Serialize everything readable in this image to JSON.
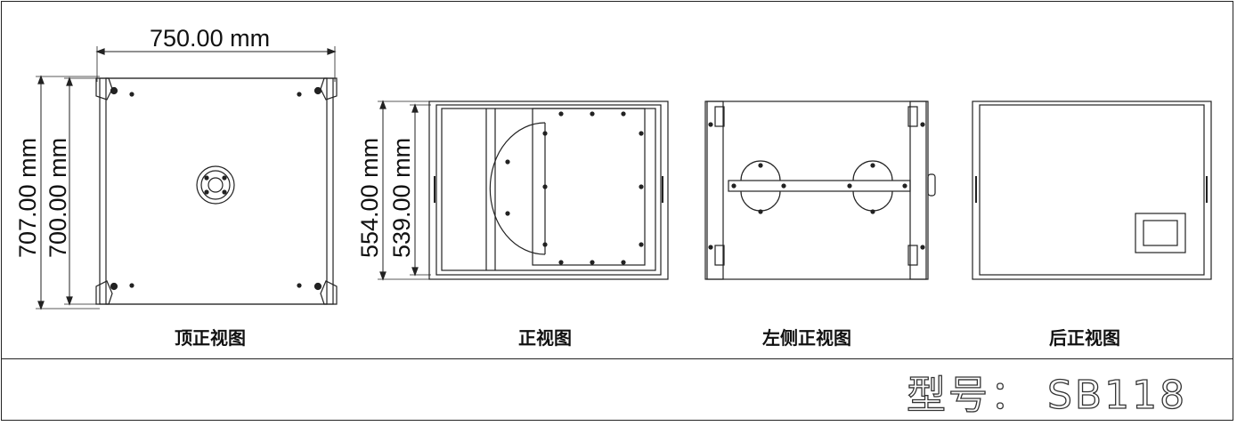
{
  "views": {
    "top": {
      "caption": "顶正视图",
      "width_dim": "750.00 mm",
      "depth_outer_dim": "707.00 mm",
      "depth_inner_dim": "700.00 mm"
    },
    "front": {
      "caption": "正视图",
      "height_outer_dim": "554.00 mm",
      "height_inner_dim": "539.00 mm"
    },
    "left_side": {
      "caption": "左侧正视图"
    },
    "rear": {
      "caption": "后正视图"
    }
  },
  "title_block": {
    "model_text": "型号： SB118"
  }
}
